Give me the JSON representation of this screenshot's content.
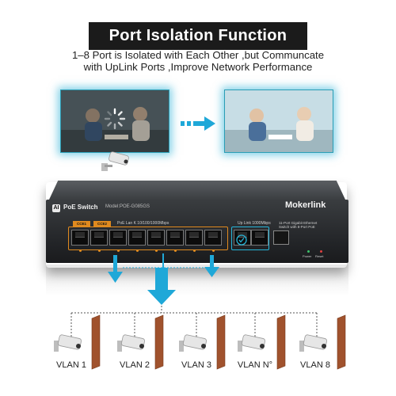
{
  "title": "Port Isolation Function",
  "subtitle_line1": "1–8 Port is Isolated with Each Other ,but Communcate",
  "subtitle_line2": "with UpLink Ports ,Improve Network Performance",
  "switch": {
    "ai_badge": "AI",
    "product_name": "PoE Switch",
    "model": "Model:POE-G085GS",
    "brand": "Mokerlink",
    "poe_label": "PoE Lan K 10/100/1000Mbps",
    "uplink_label": "Up Link 1000Mbps",
    "description": "11-Port Gigabit Ethernet Switch with 8-Port PoE",
    "tags": [
      "CCE1",
      "CCE2"
    ],
    "power_label": "Power",
    "reset_label": "Reset"
  },
  "vlans": [
    "VLAN 1",
    "VLAN 2",
    "VLAN 3",
    "VLAN N°",
    "VLAN 8"
  ],
  "colors": {
    "accent_cyan": "#1fa8d8",
    "poe_orange": "#e08a1f",
    "wall_brown": "#a0522d"
  }
}
